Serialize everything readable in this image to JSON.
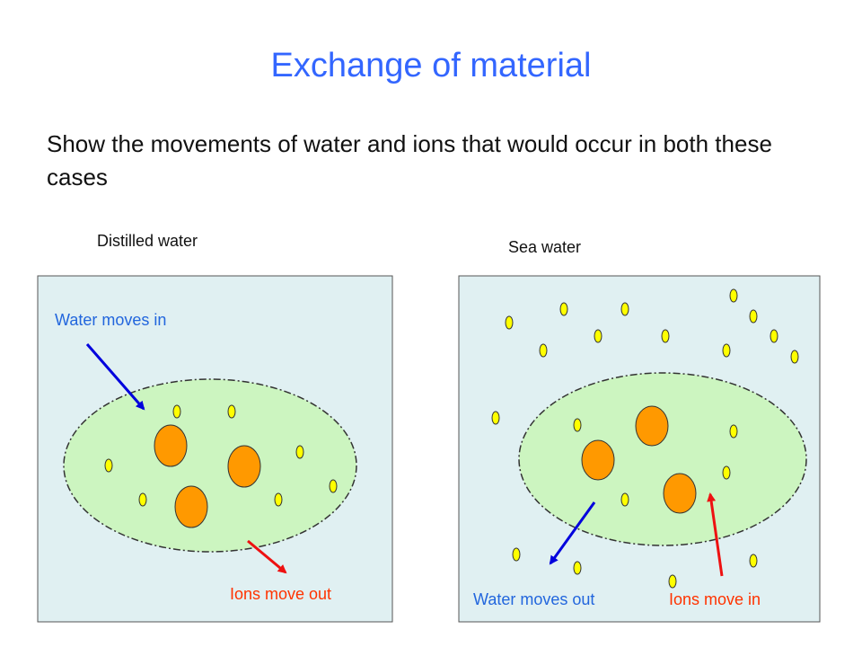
{
  "title": "Exchange of material",
  "subtitle": "Show the movements of water and ions that would occur in both these cases",
  "colors": {
    "title": "#3366ff",
    "panel_bg": "#e0f0f2",
    "cell_fill": "#ccf5c0",
    "nucleus": "#ff9900",
    "ion": "#ffff00",
    "water_arrow": "#0000dd",
    "ion_arrow": "#ee1111",
    "water_text": "#2266dd",
    "ion_text": "#ff3300"
  },
  "cases": [
    {
      "label": "Distilled water",
      "water_annotation": "Water moves in",
      "ion_annotation": "Ions move out"
    },
    {
      "label": "Sea water",
      "water_annotation": "Water moves out",
      "ion_annotation": "Ions move in"
    }
  ]
}
